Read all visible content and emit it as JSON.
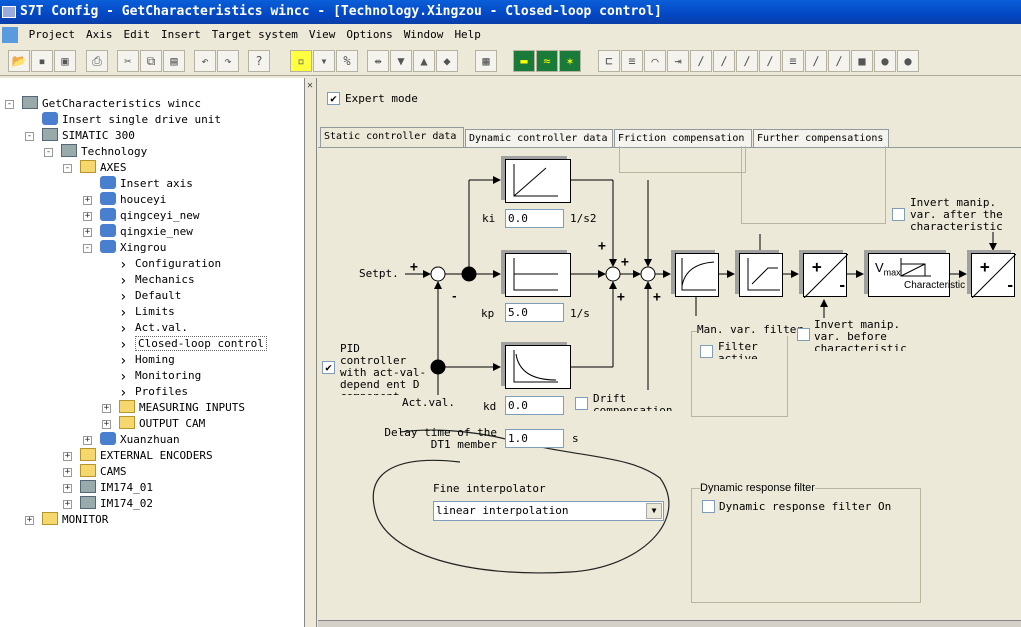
{
  "title": "S7T Config - GetCharacteristics wincc - [Technology.Xingzou - Closed-loop control]",
  "menu": [
    "Project",
    "Axis",
    "Edit",
    "Insert",
    "Target system",
    "View",
    "Options",
    "Window",
    "Help"
  ],
  "tree": [
    {
      "label": "GetCharacteristics wincc",
      "level": 0,
      "icon": "project",
      "exp": "-"
    },
    {
      "label": "Insert single drive unit",
      "level": 1,
      "icon": "insert"
    },
    {
      "label": "SIMATIC 300",
      "level": 1,
      "icon": "station",
      "exp": "-"
    },
    {
      "label": "Technology",
      "level": 2,
      "icon": "station",
      "exp": "-"
    },
    {
      "label": "AXES",
      "level": 3,
      "icon": "folder",
      "exp": "-"
    },
    {
      "label": "Insert axis",
      "level": 4,
      "icon": "insert"
    },
    {
      "label": "houceyi",
      "level": 4,
      "icon": "axis",
      "exp": "+"
    },
    {
      "label": "qingceyi_new",
      "level": 4,
      "icon": "axis",
      "exp": "+"
    },
    {
      "label": "qingxie_new",
      "level": 4,
      "icon": "axis",
      "exp": "+"
    },
    {
      "label": "Xingrou",
      "level": 4,
      "icon": "axis",
      "exp": "-"
    },
    {
      "label": "Configuration",
      "level": 5,
      "icon": "chev"
    },
    {
      "label": "Mechanics",
      "level": 5,
      "icon": "chev"
    },
    {
      "label": "Default",
      "level": 5,
      "icon": "chev"
    },
    {
      "label": "Limits",
      "level": 5,
      "icon": "chev"
    },
    {
      "label": "Act.val.",
      "level": 5,
      "icon": "chev"
    },
    {
      "label": "Closed-loop control",
      "level": 5,
      "icon": "chev",
      "selected": true
    },
    {
      "label": "Homing",
      "level": 5,
      "icon": "chev"
    },
    {
      "label": "Monitoring",
      "level": 5,
      "icon": "chev"
    },
    {
      "label": "Profiles",
      "level": 5,
      "icon": "chev"
    },
    {
      "label": "MEASURING INPUTS",
      "level": 5,
      "icon": "folder",
      "exp": "+"
    },
    {
      "label": "OUTPUT CAM",
      "level": 5,
      "icon": "folder",
      "exp": "+"
    },
    {
      "label": "Xuanzhuan",
      "level": 4,
      "icon": "axis",
      "exp": "+"
    },
    {
      "label": "EXTERNAL ENCODERS",
      "level": 3,
      "icon": "folder",
      "exp": "+"
    },
    {
      "label": "CAMS",
      "level": 3,
      "icon": "folder",
      "exp": "+"
    },
    {
      "label": "IM174_01",
      "level": 3,
      "icon": "device",
      "exp": "+"
    },
    {
      "label": "IM174_02",
      "level": 3,
      "icon": "device",
      "exp": "+"
    },
    {
      "label": "MONITOR",
      "level": 1,
      "icon": "folder",
      "exp": "+"
    }
  ],
  "main": {
    "expert_mode": "Expert mode",
    "tabs": [
      "Static controller data",
      "Dynamic controller data",
      "Friction compensation",
      "Further compensations"
    ],
    "setpt": "Setpt.",
    "actval": "Act.val.",
    "ki_label": "ki",
    "ki_value": "0.0",
    "ki_unit": "1/s2",
    "kp_label": "kp",
    "kp_value": "5.0",
    "kp_unit": "1/s",
    "kd_label": "kd",
    "kd_value": "0.0",
    "pid_text": "PID controller with act-val-depend ent D component",
    "drift": "Drift compensation",
    "delay_label": "Delay time of the DT1 member",
    "delay_value": "1.0",
    "delay_unit": "s",
    "man_var_filter": "Man. var. filter",
    "filter_active": "Filter active",
    "invert_before": "Invert manip. var. before characteristic",
    "invert_after": "Invert manip. var. after the characteristic",
    "vmax": "V",
    "vmax_sub": "max",
    "characteristic": "Characteristic",
    "fine_interp": "Fine interpolator",
    "fine_interp_value": "linear interpolation",
    "dyn_filter": "Dynamic response filter",
    "dyn_filter_on": "Dynamic response filter On",
    "plus": "+",
    "minus": "-"
  }
}
